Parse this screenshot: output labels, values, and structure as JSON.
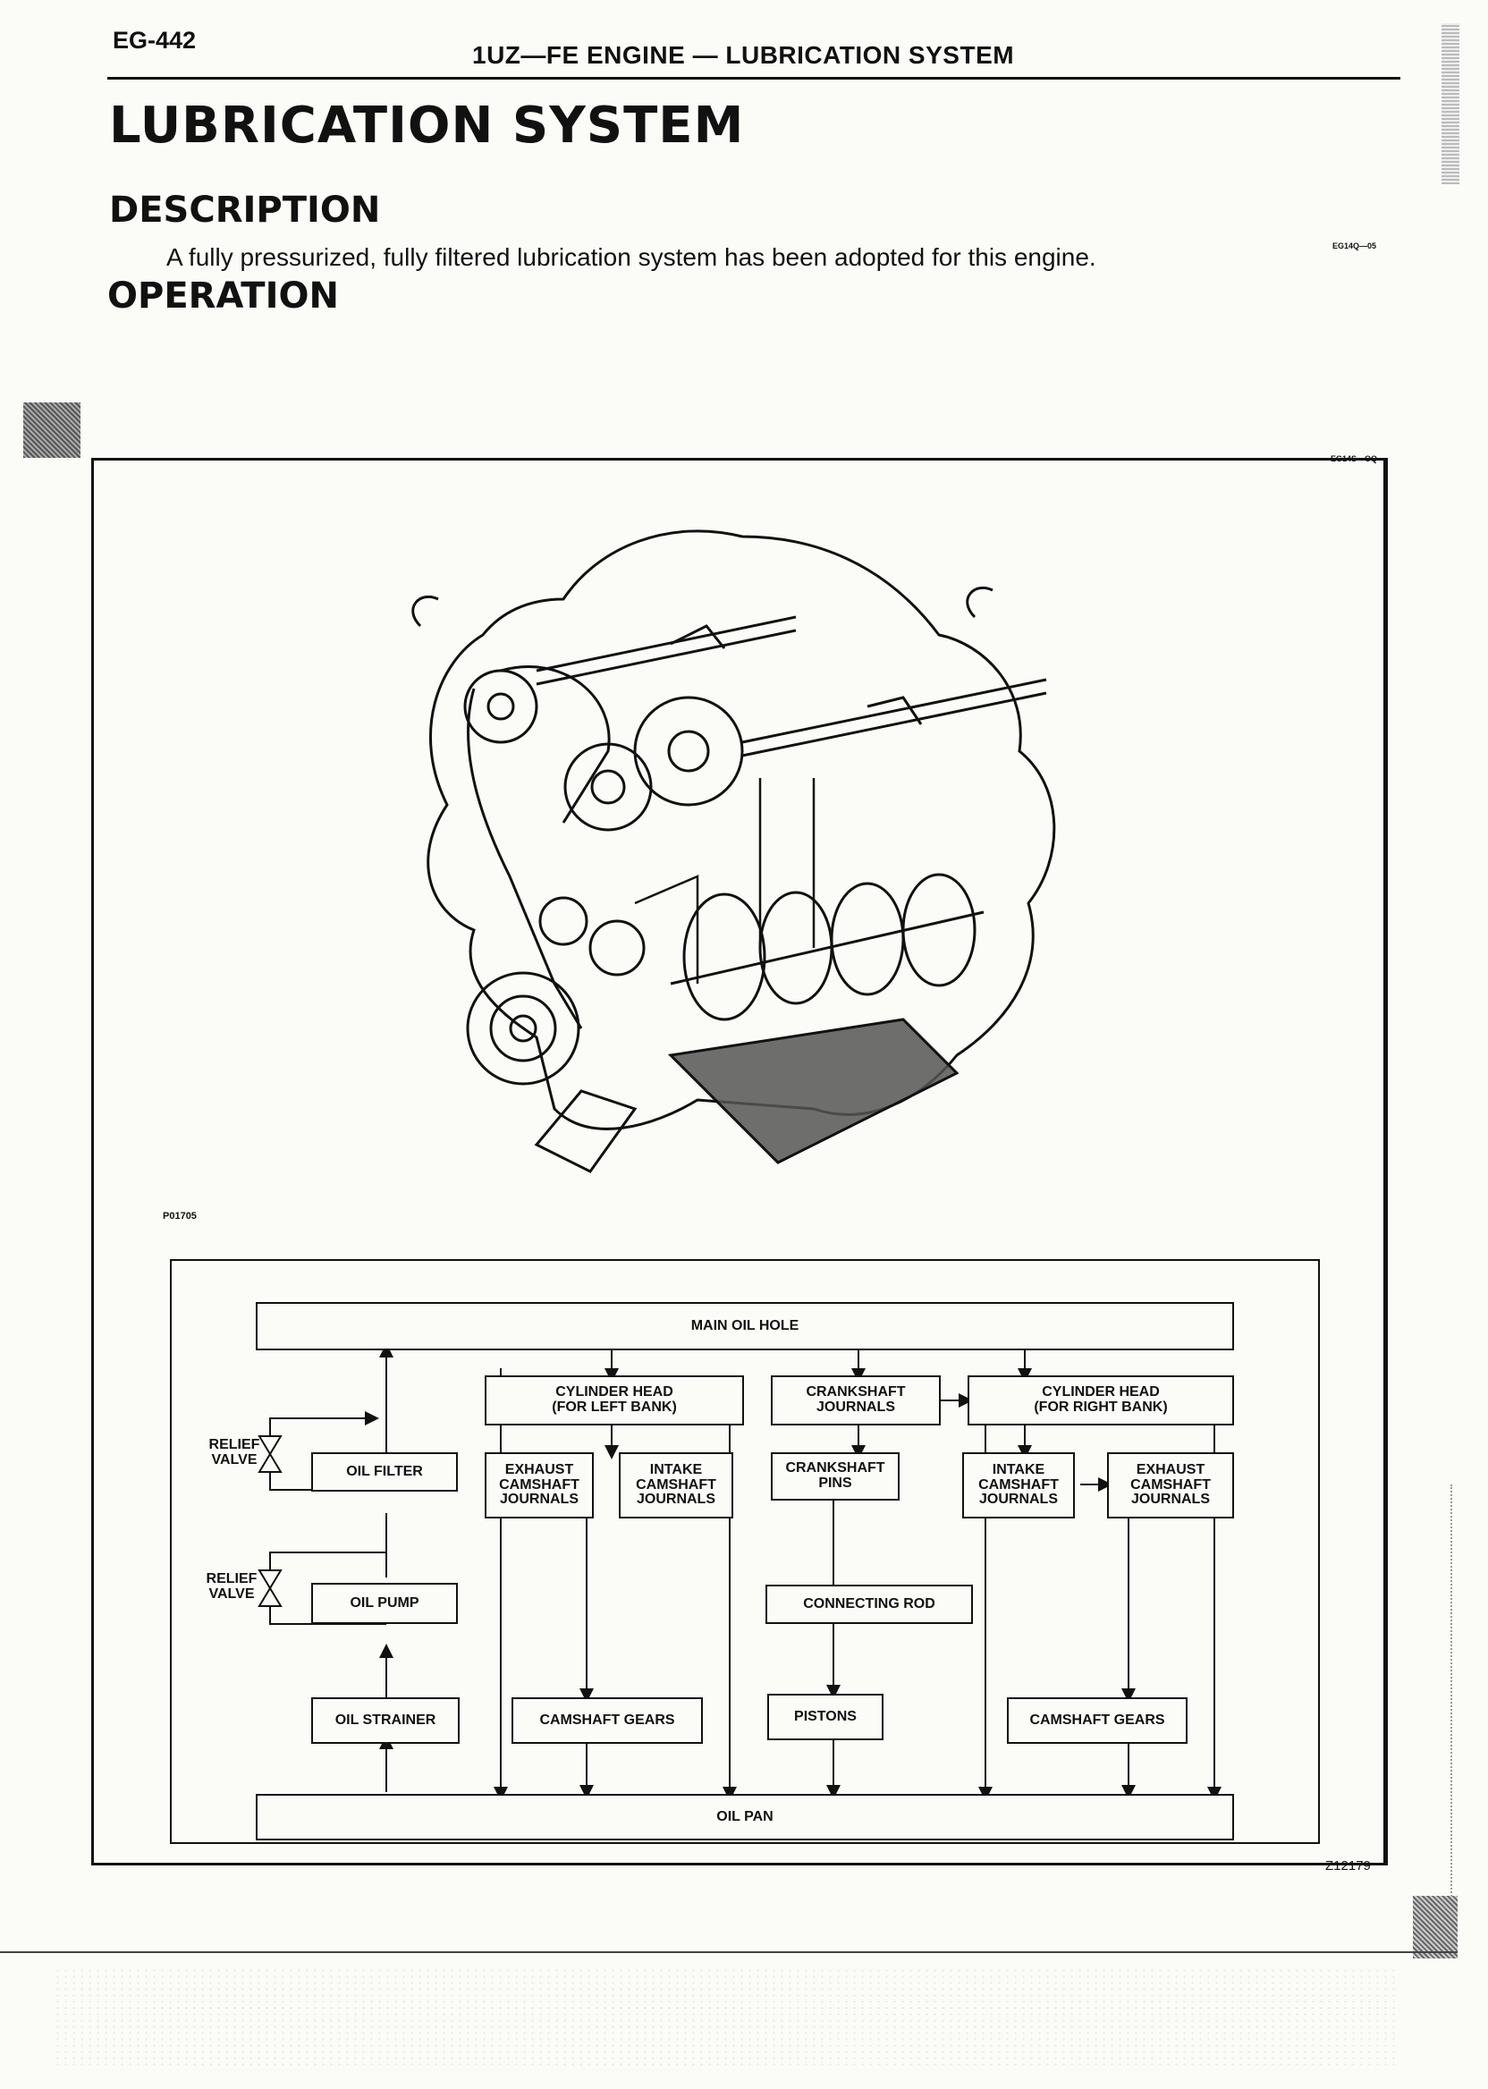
{
  "header": {
    "page_number": "EG-442",
    "running_title": "1UZ—FE ENGINE — LUBRICATION SYSTEM"
  },
  "main_title": "LUBRICATION SYSTEM",
  "sections": {
    "description_title": "DESCRIPTION",
    "description_text": "A fully pressurized, fully filtered lubrication system has been adopted for this engine.",
    "operation_title": "OPERATION"
  },
  "codes": {
    "description_code": "EG14Q—05",
    "operation_code": "EG14S—OQ",
    "illustration_code": "P01705",
    "diagram_code": "Z12179"
  },
  "side_tab_icon": "section-tab",
  "flowchart": {
    "main_oil_hole": "MAIN OIL HOLE",
    "cyl_head_left": "CYLINDER HEAD\n(FOR LEFT BANK)",
    "crankshaft_journals": "CRANKSHAFT\nJOURNALS",
    "cyl_head_right": "CYLINDER HEAD\n(FOR RIGHT BANK)",
    "relief_valve_1": "RELIEF\nVALVE",
    "oil_filter": "OIL FILTER",
    "exhaust_cam_left": "EXHAUST\nCAMSHAFT\nJOURNALS",
    "intake_cam_left": "INTAKE\nCAMSHAFT\nJOURNALS",
    "crankshaft_pins": "CRANKSHAFT\nPINS",
    "intake_cam_right": "INTAKE\nCAMSHAFT\nJOURNALS",
    "exhaust_cam_right": "EXHAUST\nCAMSHAFT\nJOURNALS",
    "relief_valve_2": "RELIEF\nVALVE",
    "oil_pump": "OIL PUMP",
    "connecting_rod": "CONNECTING ROD",
    "oil_strainer": "OIL STRAINER",
    "camshaft_gears_left": "CAMSHAFT GEARS",
    "pistons": "PISTONS",
    "camshaft_gears_right": "CAMSHAFT GEARS",
    "oil_pan": "OIL PAN"
  }
}
